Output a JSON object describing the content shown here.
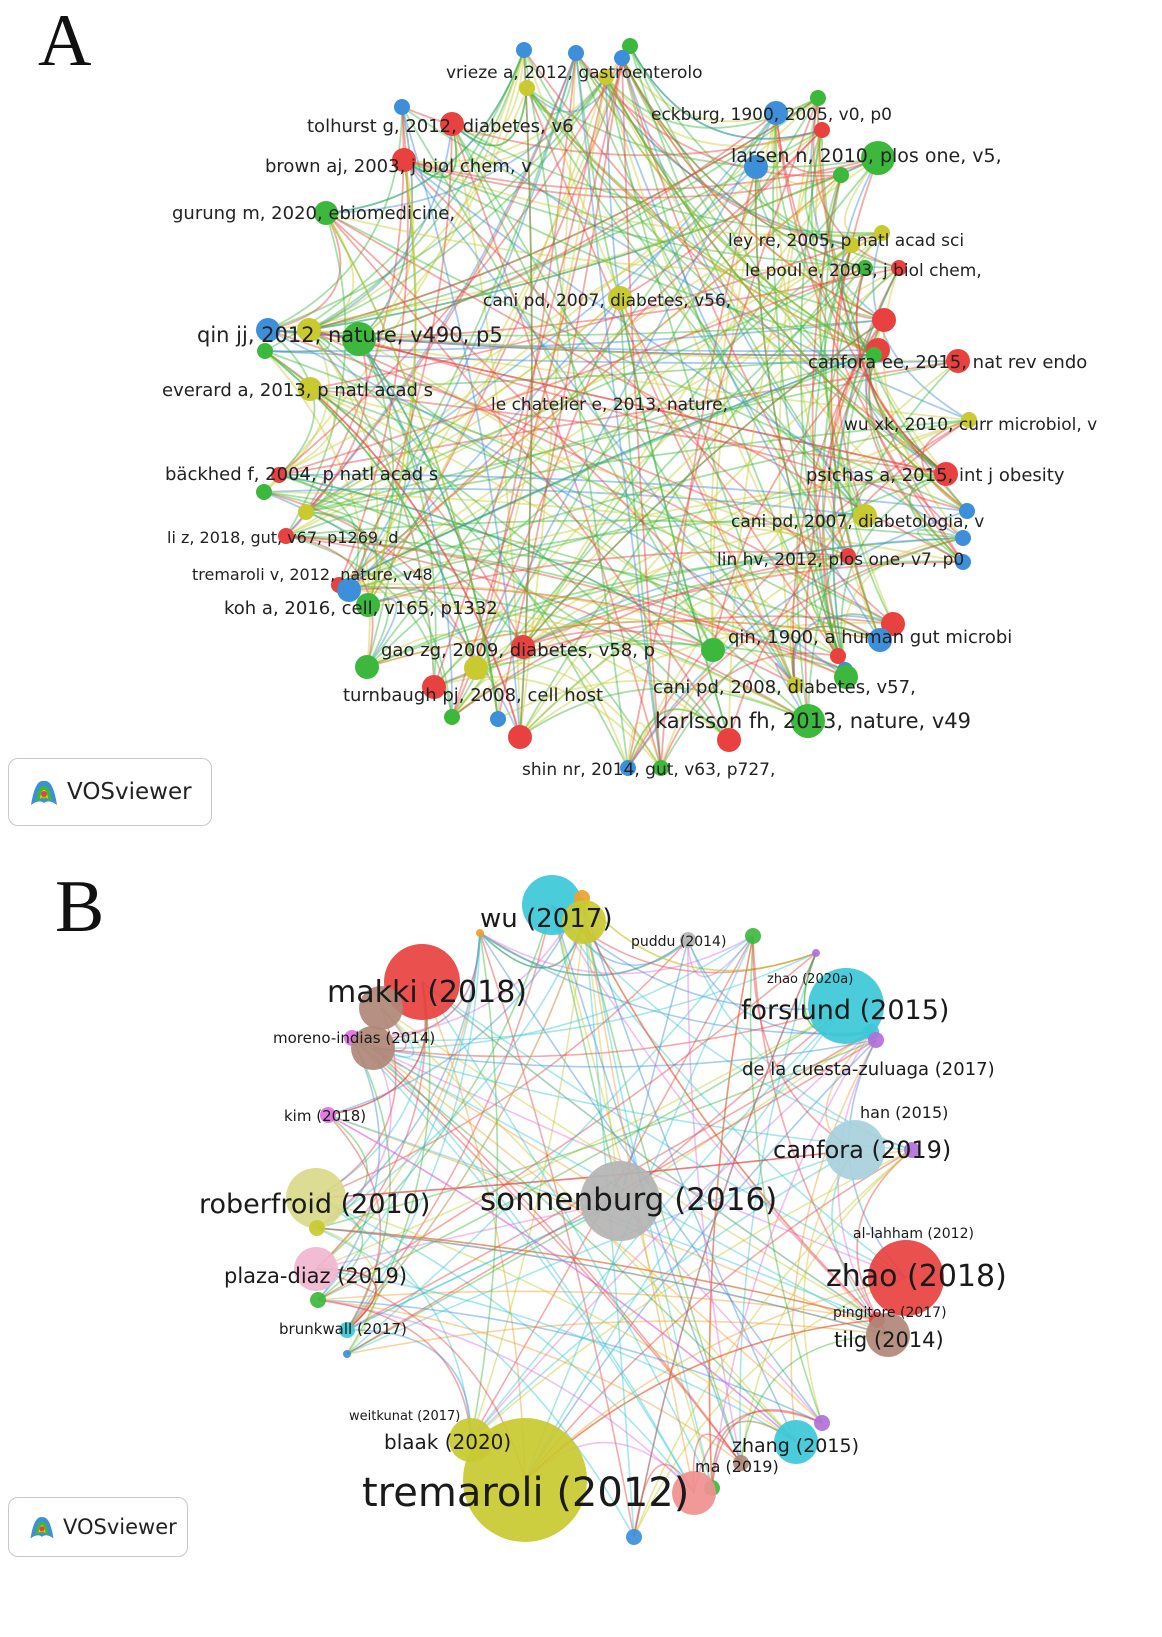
{
  "colors": {
    "red": "#e8413f",
    "green": "#3cb83c",
    "blue": "#3d8fd9",
    "yellow": "#c9c930",
    "cyan": "#3cc8d8",
    "gray": "#b4b4b4",
    "olive": "#d9d98a",
    "pink": "#f0b6d0",
    "brown": "#b08878",
    "lightblue": "#a8d0dc",
    "purple": "#b070d8",
    "orange": "#f0a030",
    "magenta": "#e070e0",
    "salmon": "#f09090"
  },
  "panelA": {
    "letter": "A",
    "watermark": "VOSviewer",
    "labels": [
      "vrieze a, 2012, gastroenterolo",
      "eckburg, 1900, 2005, v0, p0",
      "tolhurst g, 2012, diabetes, v6",
      "brown aj, 2003, j biol chem, v",
      "larsen n, 2010, plos one, v5,",
      "gurung m, 2020, ebiomedicine,",
      "ley re, 2005, p natl acad sci",
      "le poul e, 2003, j biol chem,",
      "cani pd, 2007, diabetes, v56,",
      "qin jj, 2012, nature, v490, p5",
      "canfora ee, 2015, nat rev endo",
      "everard a, 2013, p natl acad s",
      "le chatelier e, 2013, nature,",
      "wu xk, 2010, curr microbiol, v",
      "bäckhed f, 2004, p natl acad s",
      "psichas a, 2015, int j obesity",
      "cani pd, 2007, diabetologia, v",
      "li z, 2018, gut, v67, p1269, d",
      "lin hv, 2012, plos one, v7, p0",
      "tremaroli v, 2012, nature, v48",
      "koh a, 2016, cell, v165, p1332",
      "qin, 1900, a human gut microbi",
      "gao zg, 2009, diabetes, v58, p",
      "cani pd, 2008, diabetes, v57,",
      "turnbaugh pj, 2008, cell host",
      "karlsson fh, 2013, nature, v49",
      "shin nr, 2014, gut, v63, p727,"
    ],
    "nodes": [
      {
        "color": "blue",
        "size": "small"
      },
      {
        "color": "blue",
        "size": "small"
      },
      {
        "color": "green",
        "size": "small"
      },
      {
        "color": "blue",
        "size": "small"
      },
      {
        "color": "yellow",
        "size": "small"
      },
      {
        "color": "yellow",
        "size": "small"
      },
      {
        "color": "blue",
        "size": "small"
      },
      {
        "color": "red",
        "size": "medium"
      },
      {
        "color": "blue",
        "size": "medium"
      },
      {
        "color": "red",
        "size": "small"
      },
      {
        "color": "green",
        "size": "small"
      },
      {
        "color": "green",
        "size": "large"
      },
      {
        "color": "blue",
        "size": "medium"
      },
      {
        "color": "green",
        "size": "small"
      },
      {
        "color": "red",
        "size": "medium"
      },
      {
        "color": "green",
        "size": "medium"
      },
      {
        "color": "yellow",
        "size": "small"
      },
      {
        "color": "yellow",
        "size": "small"
      },
      {
        "color": "red",
        "size": "small"
      },
      {
        "color": "yellow",
        "size": "medium"
      },
      {
        "color": "red",
        "size": "medium"
      },
      {
        "color": "green",
        "size": "large"
      },
      {
        "color": "blue",
        "size": "medium"
      },
      {
        "color": "green",
        "size": "small"
      },
      {
        "color": "red",
        "size": "medium"
      },
      {
        "color": "green",
        "size": "small"
      },
      {
        "color": "red",
        "size": "medium"
      },
      {
        "color": "yellow",
        "size": "medium"
      },
      {
        "color": "yellow",
        "size": "medium"
      },
      {
        "color": "yellow",
        "size": "small"
      },
      {
        "color": "red",
        "size": "medium"
      },
      {
        "color": "green",
        "size": "small"
      },
      {
        "color": "red",
        "size": "small"
      },
      {
        "color": "yellow",
        "size": "small"
      },
      {
        "color": "yellow",
        "size": "medium"
      },
      {
        "color": "blue",
        "size": "small"
      },
      {
        "color": "red",
        "size": "small"
      },
      {
        "color": "blue",
        "size": "small"
      },
      {
        "color": "red",
        "size": "small"
      },
      {
        "color": "red",
        "size": "small"
      },
      {
        "color": "blue",
        "size": "medium"
      },
      {
        "color": "green",
        "size": "medium"
      },
      {
        "color": "red",
        "size": "medium"
      },
      {
        "color": "blue",
        "size": "medium"
      },
      {
        "color": "red",
        "size": "small"
      },
      {
        "color": "green",
        "size": "medium"
      },
      {
        "color": "red",
        "size": "medium"
      },
      {
        "color": "green",
        "size": "medium"
      },
      {
        "color": "yellow",
        "size": "medium"
      },
      {
        "color": "red",
        "size": "medium"
      },
      {
        "color": "blue",
        "size": "small"
      },
      {
        "color": "green",
        "size": "small"
      },
      {
        "color": "red",
        "size": "medium"
      },
      {
        "color": "blue",
        "size": "small"
      },
      {
        "color": "red",
        "size": "medium"
      },
      {
        "color": "green",
        "size": "large"
      },
      {
        "color": "blue",
        "size": "small"
      },
      {
        "color": "green",
        "size": "small"
      },
      {
        "color": "green",
        "size": "medium"
      },
      {
        "color": "yellow",
        "size": "small"
      },
      {
        "color": "green",
        "size": "small"
      },
      {
        "color": "blue",
        "size": "small"
      }
    ]
  },
  "panelB": {
    "letter": "B",
    "watermark": "VOSviewer",
    "labels": [
      "wu (2017)",
      "puddu (2014)",
      "makki (2018)",
      "zhao (2020a)",
      "forslund (2015)",
      "moreno-indias (2014)",
      "de la cuesta-zuluaga (2017)",
      "han (2015)",
      "kim (2018)",
      "canfora (2019)",
      "roberfroid (2010)",
      "sonnenburg (2016)",
      "al-lahham (2012)",
      "zhao (2018)",
      "plaza-diaz (2019)",
      "pingitore (2017)",
      "tilg (2014)",
      "brunkwall (2017)",
      "weitkunat (2017)",
      "blaak (2020)",
      "zhang (2015)",
      "ma (2019)",
      "tremaroli (2012)"
    ],
    "nodes": [
      {
        "color": "cyan",
        "size": "large"
      },
      {
        "color": "orange",
        "size": "small"
      },
      {
        "color": "yellow",
        "size": "medium"
      },
      {
        "color": "orange",
        "size": "tiny"
      },
      {
        "color": "gray",
        "size": "small"
      },
      {
        "color": "green",
        "size": "small"
      },
      {
        "color": "red",
        "size": "xlarge"
      },
      {
        "color": "brown",
        "size": "medium"
      },
      {
        "color": "purple",
        "size": "tiny"
      },
      {
        "color": "cyan",
        "size": "xlarge"
      },
      {
        "color": "magenta",
        "size": "small"
      },
      {
        "color": "cyan",
        "size": "small"
      },
      {
        "color": "purple",
        "size": "small"
      },
      {
        "color": "brown",
        "size": "medium"
      },
      {
        "color": "magenta",
        "size": "small"
      },
      {
        "color": "lightblue",
        "size": "large"
      },
      {
        "color": "purple",
        "size": "small"
      },
      {
        "color": "olive",
        "size": "large"
      },
      {
        "color": "gray",
        "size": "xxlarge"
      },
      {
        "color": "yellow",
        "size": "small"
      },
      {
        "color": "red",
        "size": "xlarge"
      },
      {
        "color": "pink",
        "size": "medium"
      },
      {
        "color": "green",
        "size": "small"
      },
      {
        "color": "red",
        "size": "small"
      },
      {
        "color": "brown",
        "size": "medium"
      },
      {
        "color": "cyan",
        "size": "small"
      },
      {
        "color": "blue",
        "size": "tiny"
      },
      {
        "color": "yellow",
        "size": "medium"
      },
      {
        "color": "cyan",
        "size": "medium"
      },
      {
        "color": "purple",
        "size": "small"
      },
      {
        "color": "brown",
        "size": "small"
      },
      {
        "color": "green",
        "size": "small"
      },
      {
        "color": "yellow",
        "size": "huge"
      },
      {
        "color": "salmon",
        "size": "medium"
      },
      {
        "color": "blue",
        "size": "small"
      }
    ]
  }
}
